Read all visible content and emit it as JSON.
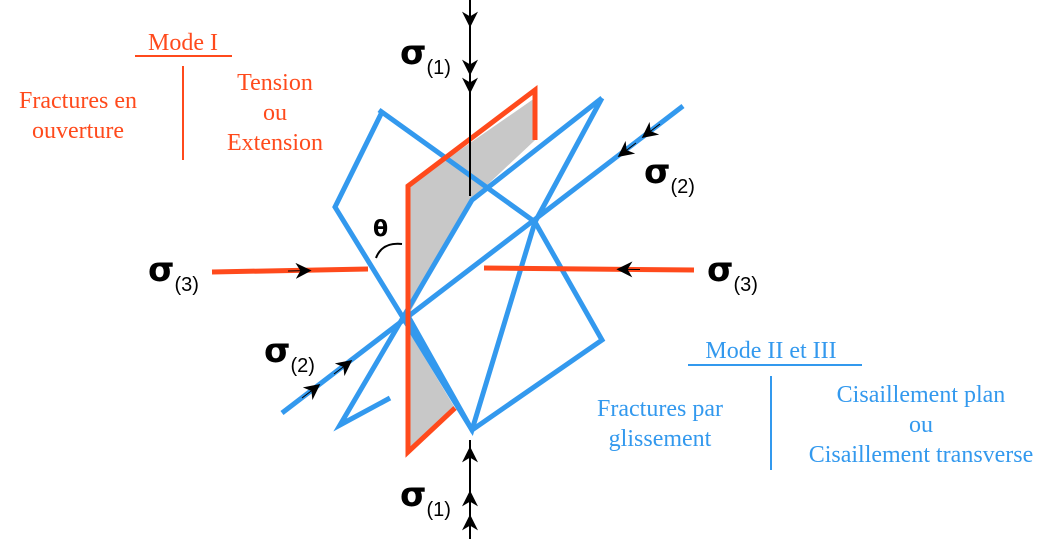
{
  "colors": {
    "mode1": "#ff4a1c",
    "mode23": "#3399ee",
    "plane_fill": "#c8c8c8",
    "ink": "#000000"
  },
  "mode1": {
    "title": "Mode I",
    "left": [
      "Fractures en",
      "ouverture"
    ],
    "right": [
      "Tension",
      "ou",
      "Extension"
    ]
  },
  "mode23": {
    "title": "Mode II et III",
    "left": [
      "Fractures par",
      "glissement"
    ],
    "right": [
      "Cisaillement plan",
      "ou",
      "Cisaillement transverse"
    ]
  },
  "stresses": {
    "symbol": "σ",
    "s1": "(1)",
    "s2": "(2)",
    "s3": "(3)"
  },
  "angle_label": "θ",
  "icons": [
    "arrowhead-icon"
  ]
}
